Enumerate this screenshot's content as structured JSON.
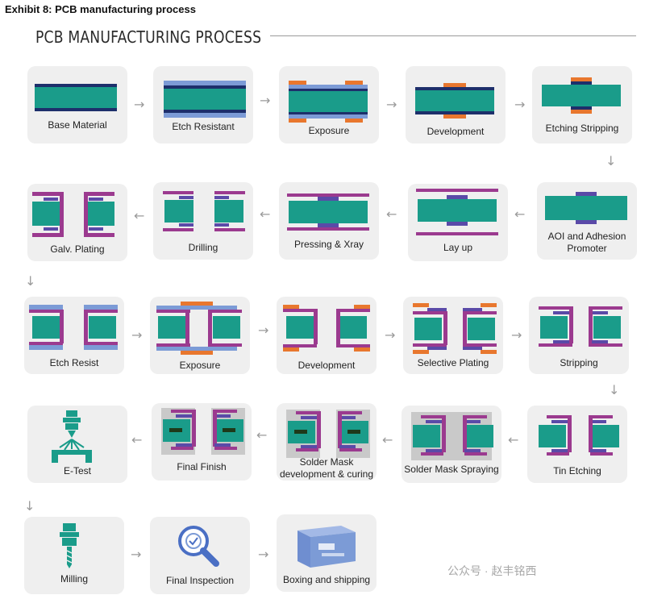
{
  "header": {
    "exhibit": "Exhibit 8: PCB manufacturing process",
    "heading": "PCB MANUFACTURING PROCESS"
  },
  "steps": [
    {
      "label": "Base Material"
    },
    {
      "label": "Etch Resistant"
    },
    {
      "label": "Exposure"
    },
    {
      "label": "Development"
    },
    {
      "label": "Etching Stripping"
    },
    {
      "label": "AOI and Adhesion Promoter"
    },
    {
      "label": "Lay up"
    },
    {
      "label": "Pressing & Xray"
    },
    {
      "label": "Drilling"
    },
    {
      "label": "Galv. Plating"
    },
    {
      "label": "Etch Resist"
    },
    {
      "label": "Exposure"
    },
    {
      "label": "Development"
    },
    {
      "label": "Selective Plating"
    },
    {
      "label": "Stripping"
    },
    {
      "label": "Tin Etching"
    },
    {
      "label": "Solder Mask Spraying"
    },
    {
      "label": "Solder Mask development & curing"
    },
    {
      "label": "Final Finish"
    },
    {
      "label": "E-Test"
    },
    {
      "label": "Milling"
    },
    {
      "label": "Final Inspection"
    },
    {
      "label": "Boxing and shipping"
    }
  ],
  "watermark": "公众号 · 赵丰铭西",
  "colors": {
    "teal": "#1a9c8a",
    "navy": "#1d2f6b",
    "orange": "#e8772e",
    "purple": "#9b3a8f",
    "violet": "#5a4aa8",
    "lightblue": "#7c9bd6",
    "gray": "#c9c9c9",
    "card": "#efefef"
  },
  "icons": [
    "down-arrow",
    "right-arrow",
    "left-arrow",
    "e-test-icon",
    "milling-icon",
    "magnifier-icon",
    "box-icon"
  ]
}
